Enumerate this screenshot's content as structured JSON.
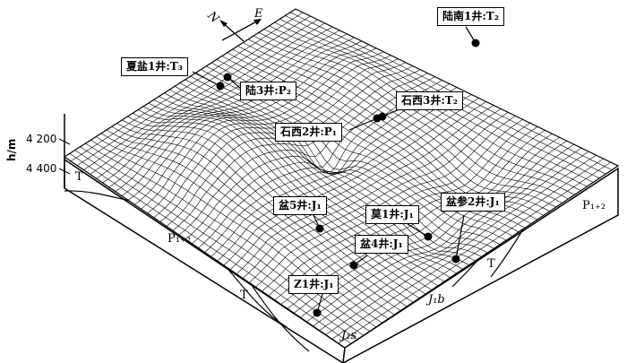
{
  "axis": {
    "unit": "h/m",
    "ticks": [
      "4 200",
      "4 400"
    ]
  },
  "compass": {
    "north": "N",
    "east": "E"
  },
  "wells": [
    {
      "id": "lunan1",
      "label": "陆南1井:T₂"
    },
    {
      "id": "xiayan1",
      "label": "夏盐1井:T₃"
    },
    {
      "id": "lu3",
      "label": "陆3井:P₂"
    },
    {
      "id": "shixi3",
      "label": "石西3井:T₂"
    },
    {
      "id": "shixi2",
      "label": "石西2井:P₁"
    },
    {
      "id": "pen5",
      "label": "盆5井:J₁"
    },
    {
      "id": "mo1",
      "label": "莫1井:J₁"
    },
    {
      "id": "pencan2",
      "label": "盆参2井:J₁"
    },
    {
      "id": "pen4",
      "label": "盆4井:J₁"
    },
    {
      "id": "z1",
      "label": "Z1井:J₁"
    }
  ],
  "strata": {
    "t_left": "T",
    "p_left": "P₁₊₂",
    "t_mid": "T",
    "p_right": "P₁₊₂",
    "t_right": "T",
    "j1b": "J₁b",
    "j1s": "J₁s"
  }
}
